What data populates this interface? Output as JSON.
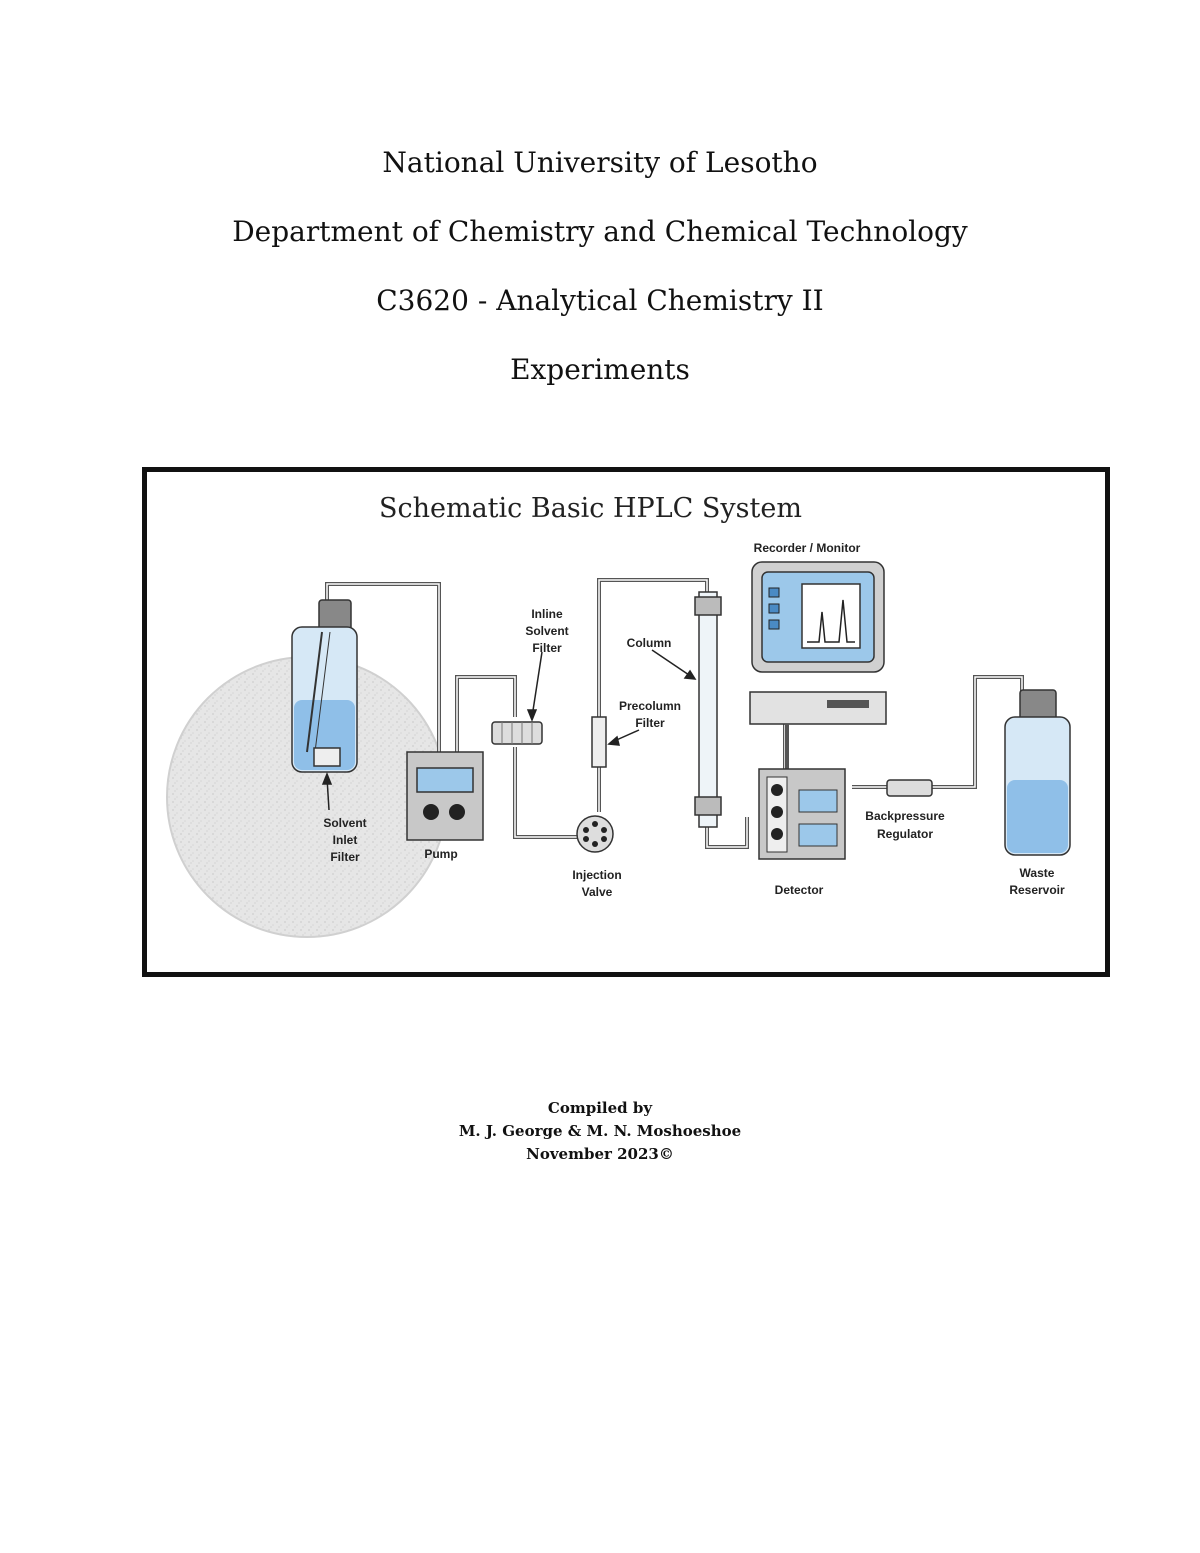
{
  "header": {
    "university": "National University of Lesotho",
    "department": "Department of Chemistry and Chemical Technology",
    "course": "C3620 - Analytical Chemistry II",
    "subtitle": "Experiments"
  },
  "figure": {
    "title": "Schematic Basic HPLC System",
    "labels": {
      "recorder": "Recorder / Monitor",
      "inline_1": "Inline",
      "inline_2": "Solvent",
      "inline_3": "Filter",
      "column": "Column",
      "precolumn_1": "Precolumn",
      "precolumn_2": "Filter",
      "solvent_1": "Solvent",
      "solvent_2": "Inlet",
      "solvent_3": "Filter",
      "pump": "Pump",
      "injection_1": "Injection",
      "injection_2": "Valve",
      "detector": "Detector",
      "backpressure_1": "Backpressure",
      "backpressure_2": "Regulator",
      "waste_1": "Waste",
      "waste_2": "Reservoir"
    },
    "colors": {
      "liquid": "#8fbfe8",
      "bottle": "#d6e8f6",
      "device": "#c8c8c8",
      "screen": "#9cc8ea"
    }
  },
  "credits": {
    "line1": "Compiled by",
    "line2": "M. J. George & M. N. Moshoeshoe",
    "line3": "November 2023©"
  }
}
